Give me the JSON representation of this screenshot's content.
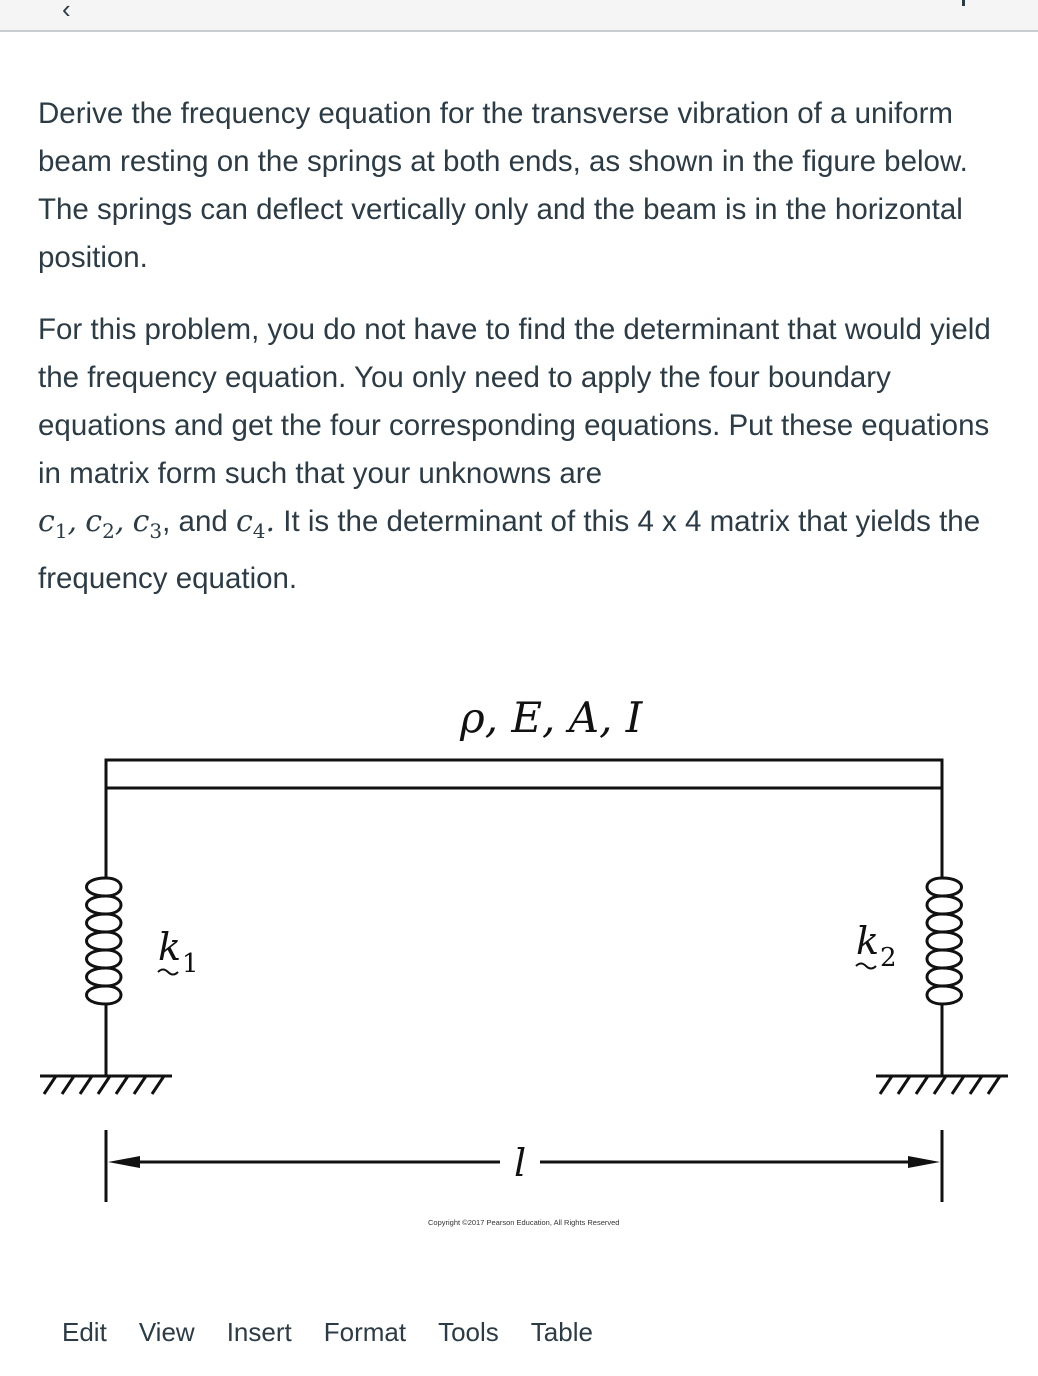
{
  "header": {
    "back_icon": "chevron-left-icon"
  },
  "question": {
    "paragraph1": "Derive the frequency equation for the transverse vibration of a uniform beam resting on the springs at both ends, as shown in the figure below. The springs can deflect vertically only and the beam is in the horizontal position.",
    "paragraph2_intro": "For this problem, you do not have to find the determinant that would yield the frequency equation. You only need to apply the four boundary equations and get the four corresponding equations. Put these equations in matrix form such that your unknowns are",
    "unknowns": [
      {
        "base": "c",
        "sub": "1"
      },
      {
        "base": "c",
        "sub": "2"
      },
      {
        "base": "c",
        "sub": "3"
      },
      {
        "base": "c",
        "sub": "4"
      }
    ],
    "sep_comma": ",",
    "sep_and": ", and",
    "sep_period": ".",
    "paragraph2_outro": "It is the determinant of this 4 x 4 matrix that yields the frequency equation."
  },
  "figure": {
    "properties_label": "ρ, E, A, I",
    "spring_left_label": "k",
    "spring_left_sub": "1",
    "spring_right_label": "k",
    "spring_right_sub": "2",
    "length_label": "l",
    "copyright": "Copyright ©2017 Pearson Education, All Rights Reserved"
  },
  "editor_menu": {
    "items": [
      "Edit",
      "View",
      "Insert",
      "Format",
      "Tools",
      "Table"
    ]
  }
}
